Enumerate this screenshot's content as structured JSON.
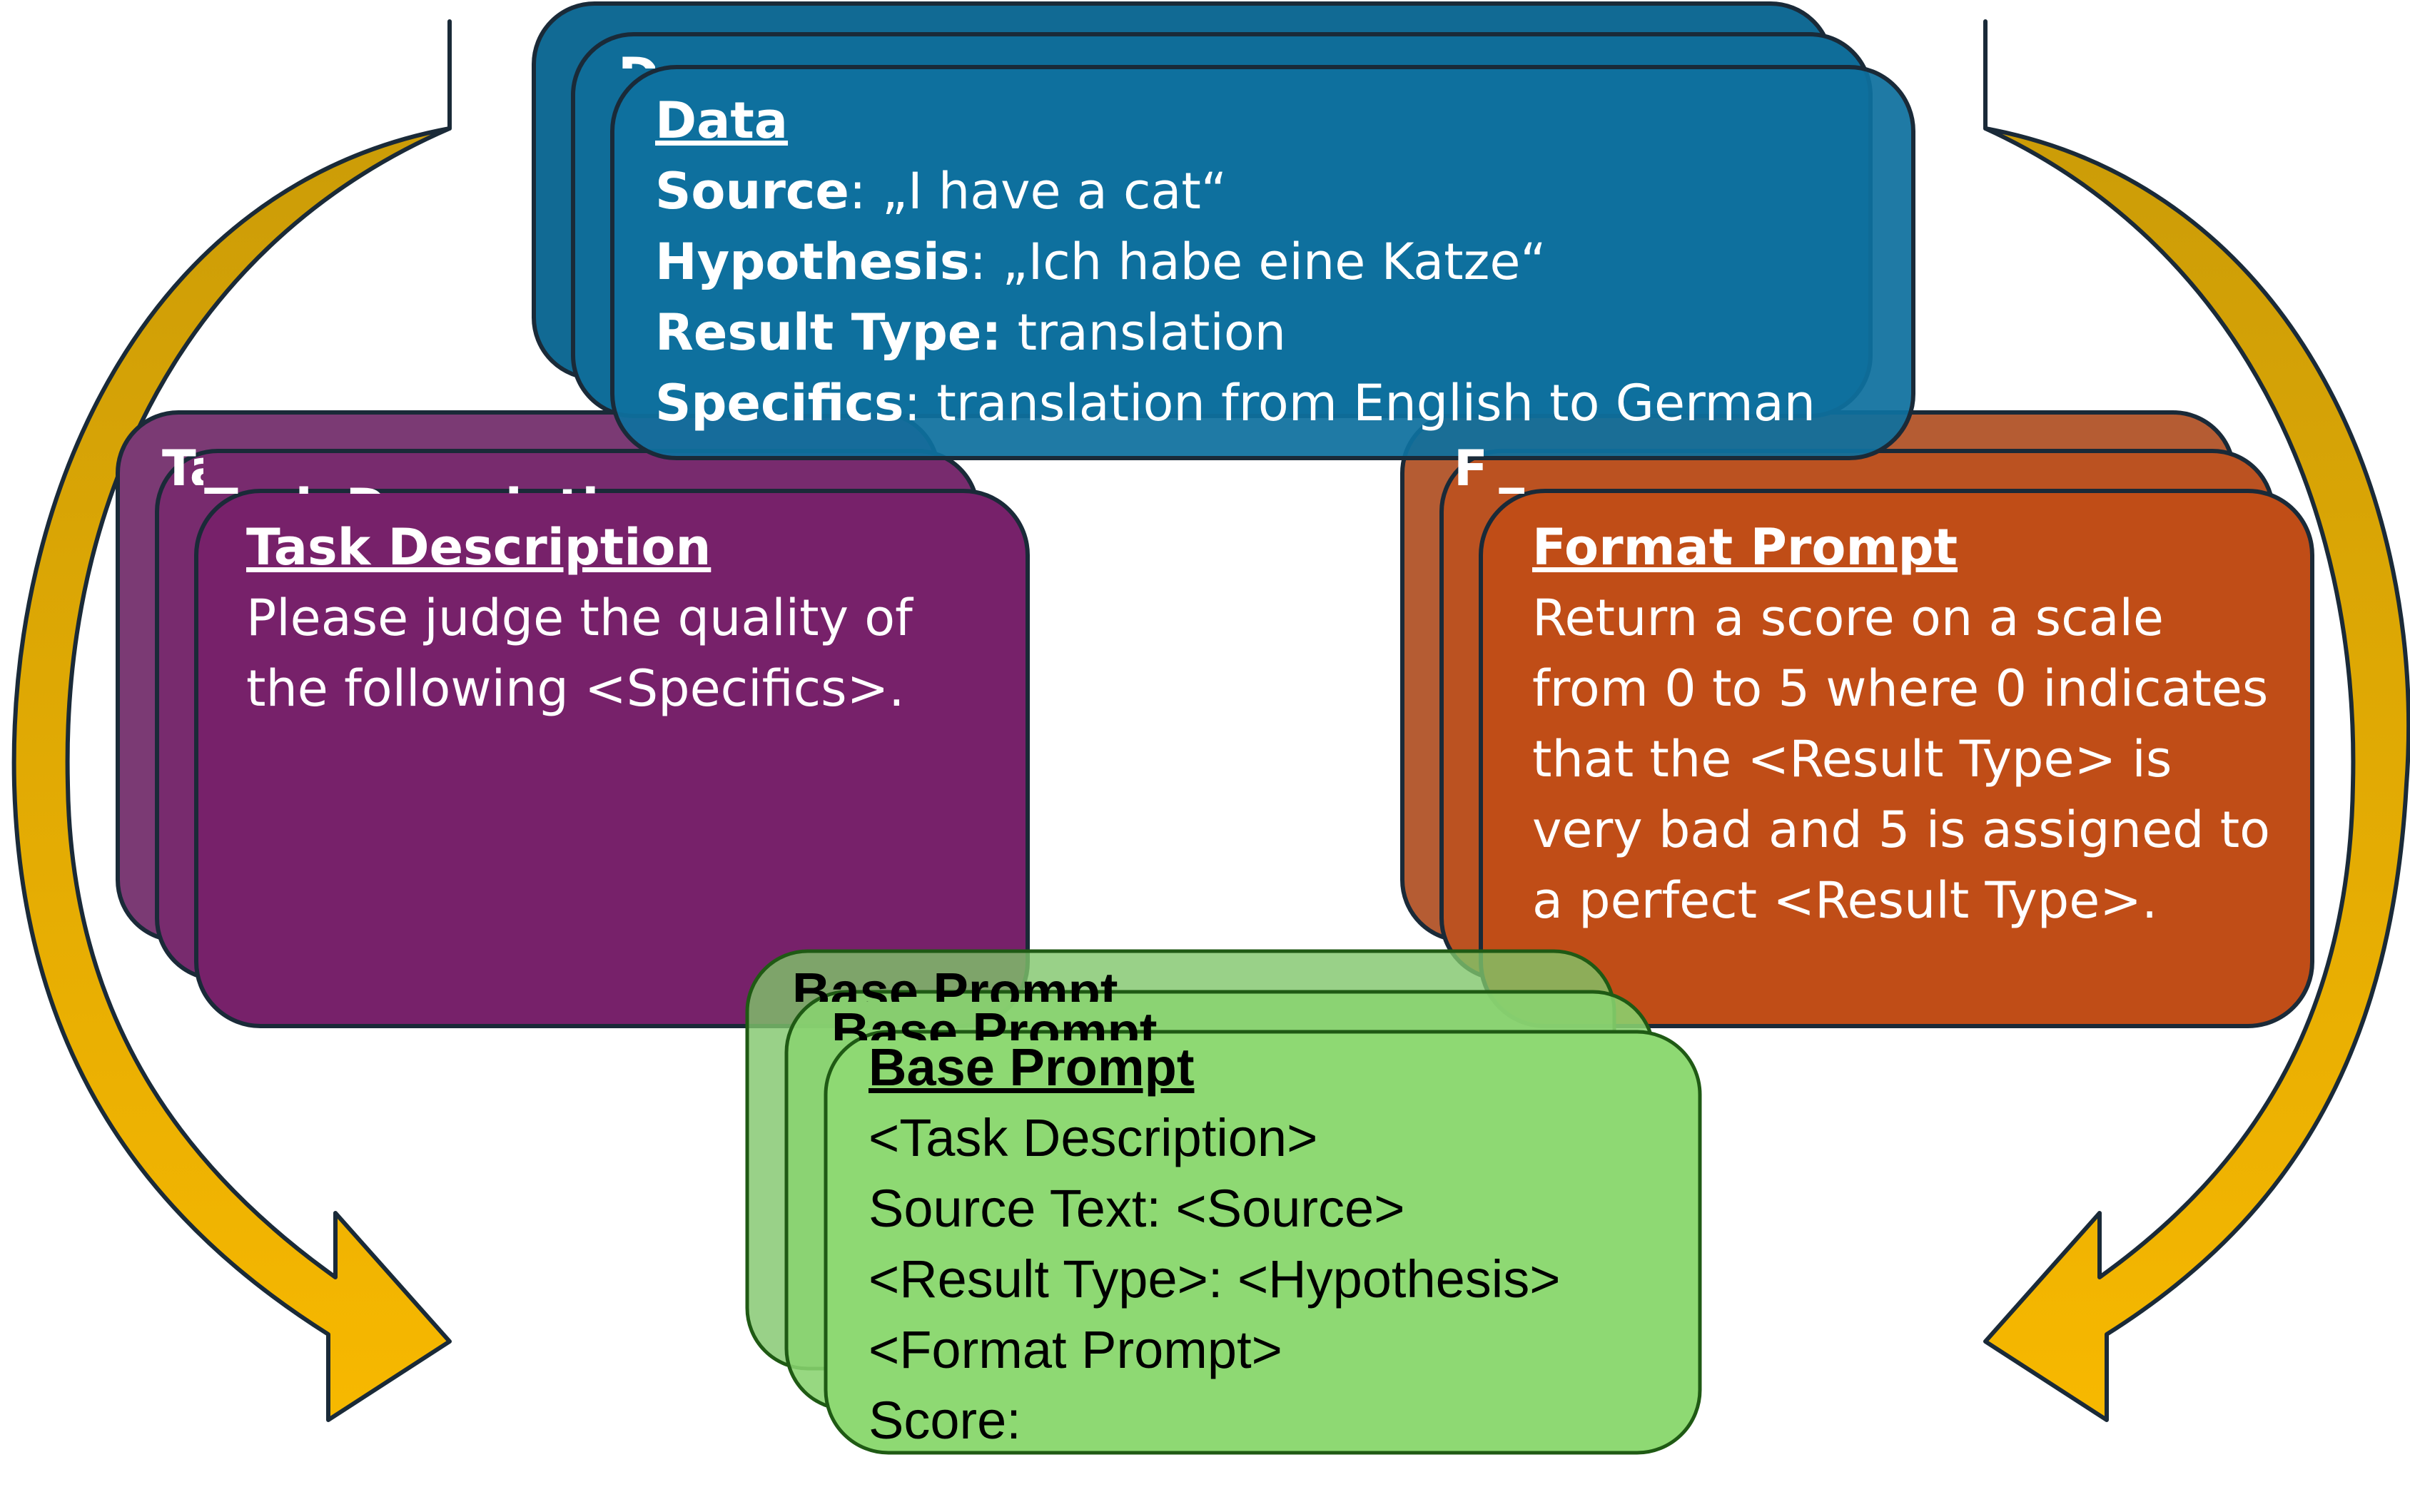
{
  "colors": {
    "data_blue": "#0e6f9c",
    "task_purple": "#77226b",
    "format_orange": "#c04d17",
    "base_green": "#8ed973",
    "arrow_gold": "#f2b705",
    "outline_dark": "#1a2a38"
  },
  "data_card": {
    "title": "Data",
    "rows": [
      {
        "label": "Source",
        "sep": ": ",
        "value": "„I have a cat“"
      },
      {
        "label": "Hypothesis",
        "sep": ": ",
        "value": "„Ich habe eine Katze“"
      },
      {
        "label": "Result Type:",
        "sep": " ",
        "value": "translation"
      },
      {
        "label": "Specifics",
        "sep": ": ",
        "value": "translation from English to German"
      }
    ]
  },
  "task_card": {
    "title": "Task Description",
    "lines": [
      "Please judge the quality of",
      "the following <Specifics>."
    ]
  },
  "format_card": {
    "title": "Format Prompt",
    "lines": [
      "Return a score on a scale",
      "from 0 to 5 where 0 indicates",
      "that the <Result Type> is",
      "very bad and 5 is assigned to",
      "a perfect <Result Type>."
    ]
  },
  "base_card": {
    "title": "Base Prompt",
    "lines": [
      "<Task Description>",
      "Source Text: <Source>",
      "<Result Type>: <Hypothesis>",
      "<Format Prompt>",
      "Score:"
    ]
  }
}
